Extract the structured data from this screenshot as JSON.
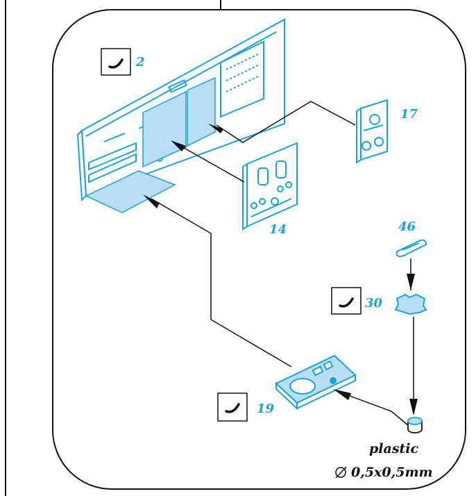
{
  "colors": {
    "accent": "#1aa3d9",
    "fill_light": "#b7def3",
    "line": "#111111",
    "background": "#ffffff"
  },
  "icons": {
    "glue": "glue-tick-icon",
    "arrow": "arrow-head-icon",
    "diameter": "diameter-symbol-icon"
  },
  "parts": {
    "panel_main": {
      "number": "2",
      "glue": true
    },
    "board_top": {
      "number": "17",
      "glue": false
    },
    "board_mid": {
      "number": "14",
      "glue": false
    },
    "clip": {
      "number": "46",
      "glue": false
    },
    "blob": {
      "number": "30",
      "glue": true
    },
    "base_plate": {
      "number": "19",
      "glue": true
    }
  },
  "material": {
    "name": "plastic",
    "size": "0,5x0,5mm"
  }
}
